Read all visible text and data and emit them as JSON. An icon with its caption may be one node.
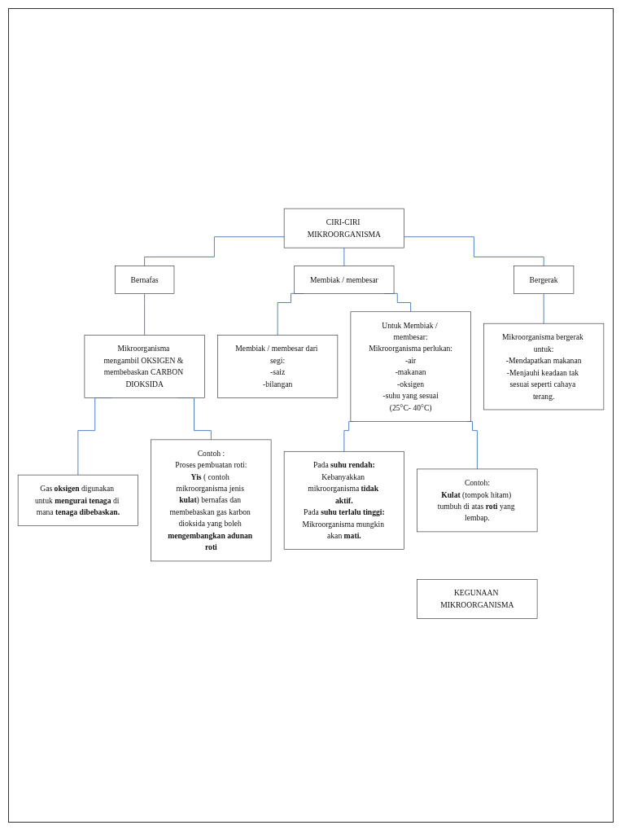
{
  "diagram": {
    "nodes": [
      {
        "text": [
          "CIRI-CIRI MIKROORGANISMA"
        ]
      },
      {
        "text": [
          "Bernafas"
        ]
      },
      {
        "text": [
          "Membiak / membesar"
        ]
      },
      {
        "text": [
          "Bergerak"
        ]
      },
      {
        "text": [
          "Mikroorganisma mengambil OKSIGEN & membebaskan CARBON DIOKSIDA"
        ]
      },
      {
        "text": [
          "Gas **oksigen** digunakan untuk **mengurai tenaga** di mana **tenaga dibebaskan.**"
        ]
      },
      {
        "text": [
          "Contoh :",
          "Proses pembuatan roti:",
          "**Yis** ( contoh mikroorganisma jenis **kulat**) bernafas dan membebaskan gas karbon dioksida yang boleh **mengembangkan adunan roti**"
        ]
      },
      {
        "text": [
          "Membiak / membesar dari segi:",
          "-saiz",
          "-bilangan"
        ]
      },
      {
        "text": [
          "Untuk Membiak / membesar:",
          "Mikroorganisma perlukan:",
          "-air",
          "-makanan",
          "-oksigen",
          "-suhu yang sesuai",
          "(25°C- 40°C)"
        ]
      },
      {
        "text": [
          "Pada **suhu rendah:**",
          "Kebanyakkan mikroorganisma **tidak aktif.**",
          "Pada **suhu terlalu tinggi:**",
          "Mikroorganisma mungkin akan **mati.**"
        ]
      },
      {
        "text": [
          "Contoh:",
          "**Kulat** (tompok hitam) tumbuh di atas **roti** yang lembap."
        ]
      },
      {
        "text": [
          "Mikroorganisma bergerak untuk:",
          "-Mendapatkan makanan",
          "-Menjauhi keadaan tak sesuai seperti cahaya terang."
        ]
      },
      {
        "text": [
          "KEGUNAAN MIKROORGANISMA"
        ]
      }
    ],
    "edges": [
      {
        "from": 0,
        "to": 1,
        "arrow": "none"
      },
      {
        "from": 0,
        "to": 2,
        "arrow": "none"
      },
      {
        "from": 0,
        "to": 3,
        "arrow": "none"
      },
      {
        "from": 1,
        "to": 4,
        "arrow": "none"
      },
      {
        "from": 4,
        "to": 5,
        "arrow": "none"
      },
      {
        "from": 4,
        "to": 6,
        "arrow": "none"
      },
      {
        "from": 2,
        "to": 7,
        "arrow": "none"
      },
      {
        "from": 2,
        "to": 8,
        "arrow": "none"
      },
      {
        "from": 8,
        "to": 9,
        "arrow": "none"
      },
      {
        "from": 8,
        "to": 10,
        "arrow": "none"
      },
      {
        "from": 3,
        "to": 11,
        "arrow": "none"
      }
    ]
  }
}
